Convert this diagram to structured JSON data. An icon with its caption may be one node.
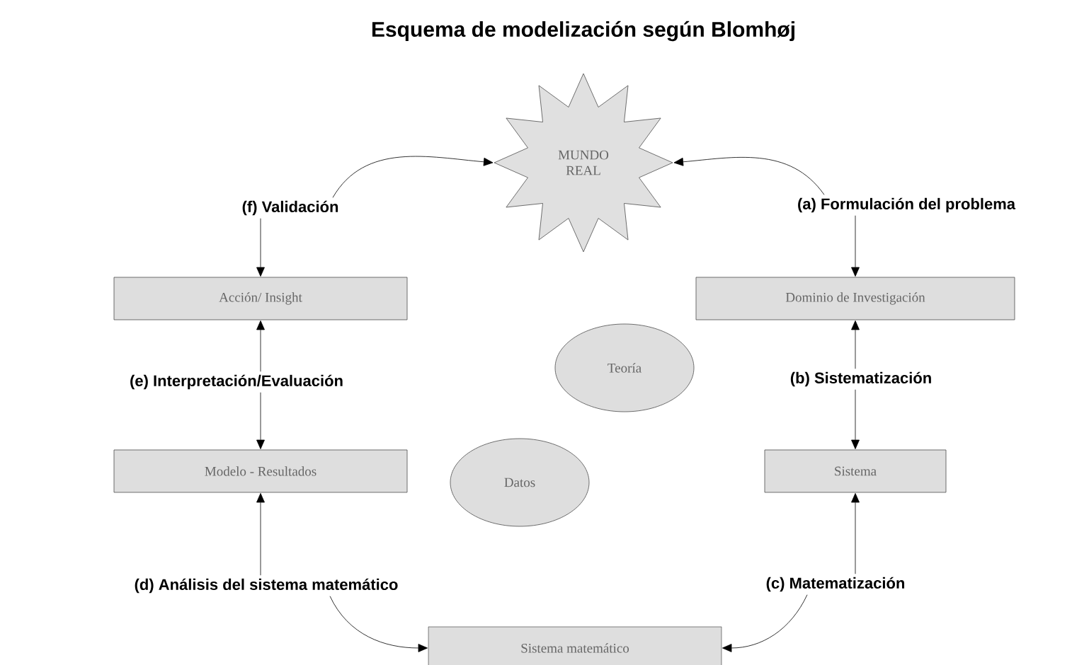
{
  "diagram": {
    "title": "Esquema de modelización según Blomhøj",
    "nodes": [
      {
        "text": [
          "MUNDO REAL"
        ]
      },
      {
        "text": [
          "(f) Validación"
        ]
      },
      {
        "text": [
          "(a) Formulación del problema"
        ]
      },
      {
        "text": [
          "Acción/ Insight"
        ]
      },
      {
        "text": [
          "Dominio de Investigación"
        ]
      },
      {
        "text": [
          "Teoría"
        ]
      },
      {
        "text": [
          "(e) Interpretación/Evaluación"
        ]
      },
      {
        "text": [
          "(b) Sistematización"
        ]
      },
      {
        "text": [
          "Modelo  - Resultados"
        ]
      },
      {
        "text": [
          "Datos"
        ]
      },
      {
        "text": [
          "Sistema"
        ]
      },
      {
        "text": [
          "(d) Análisis del sistema matemático"
        ]
      },
      {
        "text": [
          "(c) Matematización"
        ]
      },
      {
        "text": [
          "Sistema matemático"
        ]
      }
    ],
    "edges": [
      {
        "from": 2,
        "to": 0,
        "arrow": "to"
      },
      {
        "from": 2,
        "to": 4,
        "arrow": "to"
      },
      {
        "from": 7,
        "to": 4,
        "arrow": "to"
      },
      {
        "from": 7,
        "to": 10,
        "arrow": "to"
      },
      {
        "from": 12,
        "to": 10,
        "arrow": "to"
      },
      {
        "from": 12,
        "to": 13,
        "arrow": "to"
      },
      {
        "from": 11,
        "to": 8,
        "arrow": "to"
      },
      {
        "from": 11,
        "to": 13,
        "arrow": "to"
      },
      {
        "from": 6,
        "to": 3,
        "arrow": "to"
      },
      {
        "from": 6,
        "to": 8,
        "arrow": "to"
      },
      {
        "from": 1,
        "to": 0,
        "arrow": "to"
      },
      {
        "from": 1,
        "to": 3,
        "arrow": "to"
      }
    ]
  }
}
